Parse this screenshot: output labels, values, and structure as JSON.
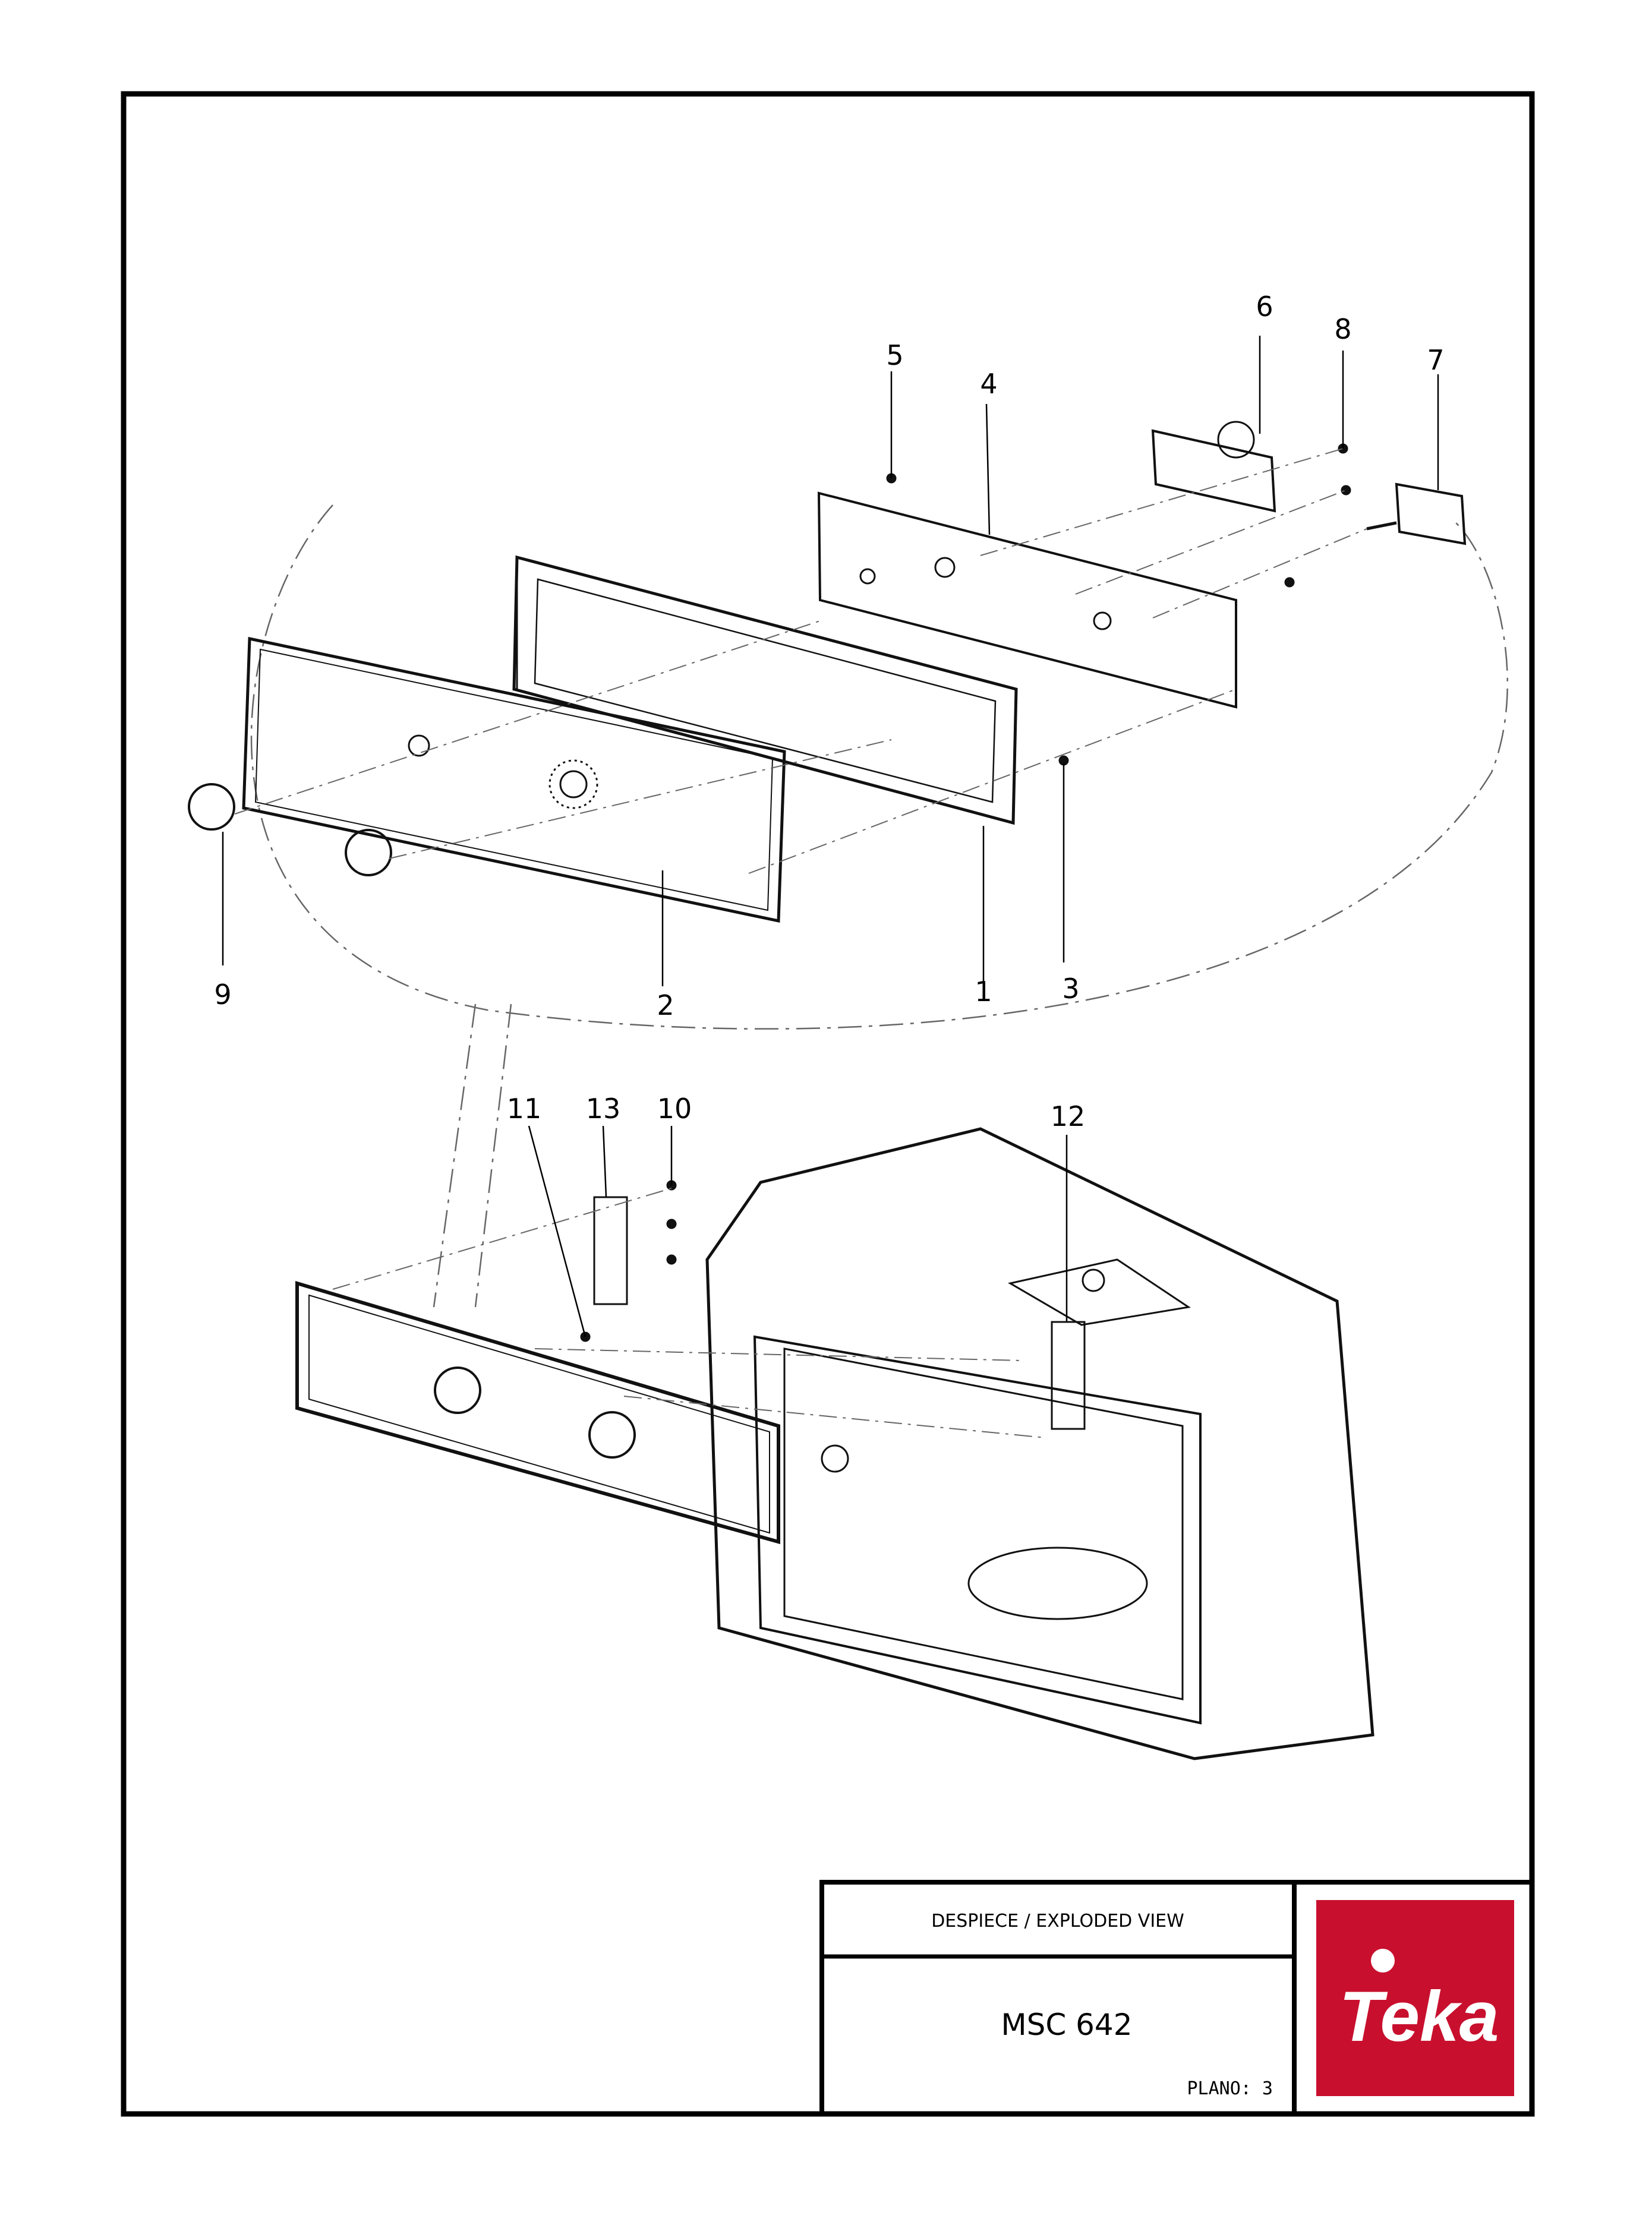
{
  "drawing": {
    "callouts": [
      "1",
      "2",
      "3",
      "4",
      "5",
      "6",
      "7",
      "8",
      "9",
      "10",
      "11",
      "12",
      "13"
    ]
  },
  "title_block": {
    "heading": "DESPIECE / EXPLODED VIEW",
    "model": "MSC 642",
    "sheet": "PLANO: 3"
  },
  "brand": {
    "logo_text": "Teka",
    "color": "#c8102e"
  }
}
